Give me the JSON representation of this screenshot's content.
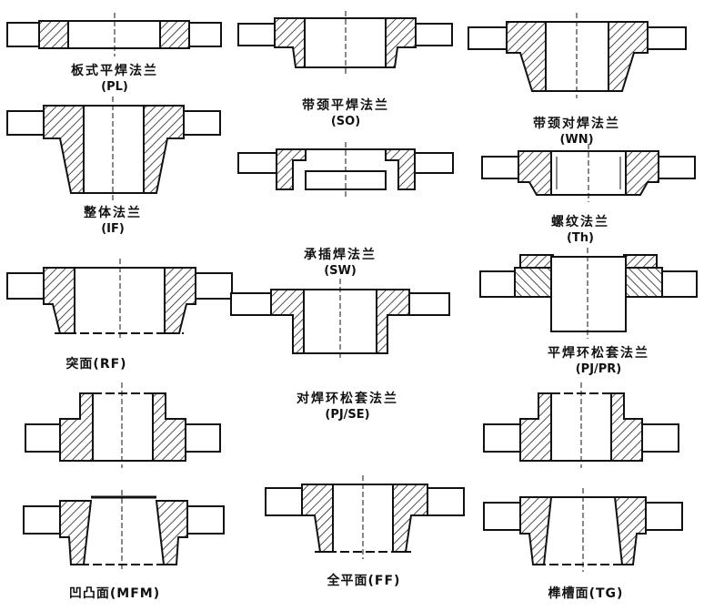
{
  "colors": {
    "ink": "#111111",
    "hatch": "#222222",
    "paper": "#ffffff"
  },
  "figures": {
    "pl": {
      "name": "板式平焊法兰",
      "abbr": "(PL)"
    },
    "so": {
      "name": "带颈平焊法兰",
      "abbr": "(SO)"
    },
    "wn": {
      "name": "带颈对焊法兰",
      "abbr": "(WN)"
    },
    "if": {
      "name": "整体法兰",
      "abbr": "(IF)"
    },
    "th": {
      "name": "螺纹法兰",
      "abbr": "(Th)"
    },
    "sw": {
      "name": "承插焊法兰",
      "abbr": "(SW)"
    },
    "rf": {
      "label": "突面(RF)"
    },
    "pjpr": {
      "name": "平焊环松套法兰",
      "abbr": "(PJ/PR)"
    },
    "pjse": {
      "name": "对焊环松套法兰",
      "abbr": "(PJ/SE)"
    },
    "mfm": {
      "label": "凹凸面(MFM)"
    },
    "ff": {
      "label": "全平面(FF)"
    },
    "tg": {
      "label": "榫槽面(TG)"
    }
  }
}
